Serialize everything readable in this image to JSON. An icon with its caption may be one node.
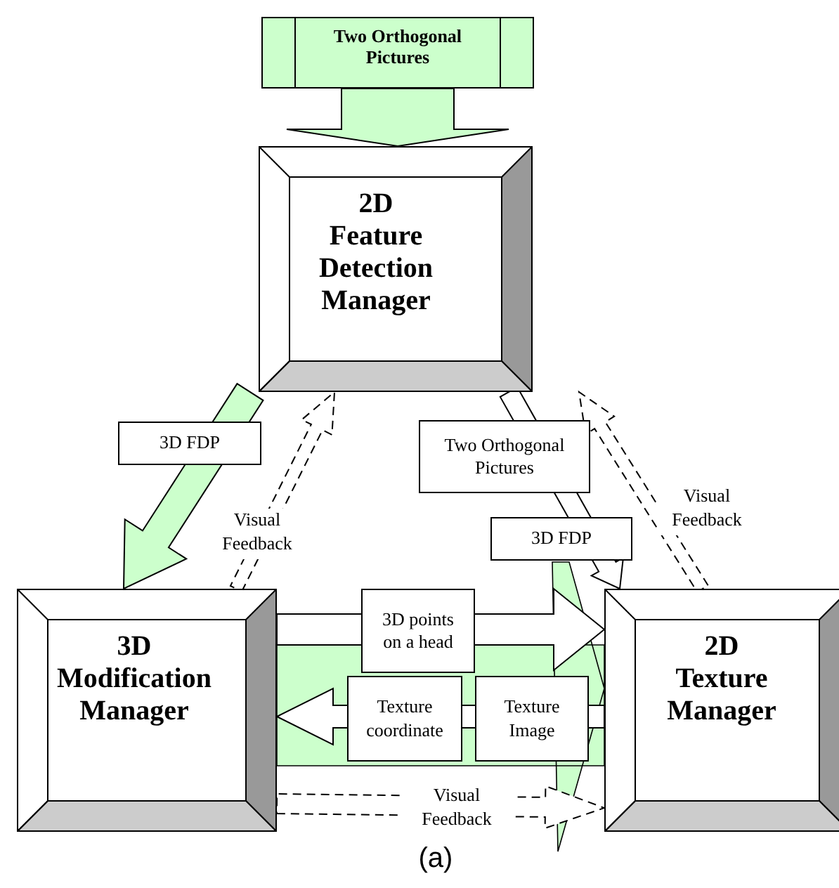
{
  "diagram": {
    "nodes": [
      {
        "text": [
          "Two Orthogonal Pictures"
        ]
      },
      {
        "text": [
          "2D Feature Detection Manager"
        ]
      },
      {
        "text": [
          "3D Modification Manager"
        ]
      },
      {
        "text": [
          "2D Texture Manager"
        ]
      }
    ],
    "edges": [
      {
        "from": 0,
        "to": 1,
        "arrow": "to",
        "color": "#ccffcc"
      },
      {
        "from": 1,
        "to": 2,
        "arrow": "to",
        "label": "3D FDP",
        "color": "#ccffcc"
      },
      {
        "from": 2,
        "to": 1,
        "arrow": "to",
        "label": "Visual Feedback",
        "style": "dashed"
      },
      {
        "from": 1,
        "to": 3,
        "arrow": "to",
        "label": "Two Orthogonal Pictures"
      },
      {
        "from": 3,
        "to": 1,
        "arrow": "to",
        "label": "Visual Feedback",
        "style": "dashed"
      },
      {
        "from": 2,
        "to": 3,
        "arrow": "to",
        "label": "3D points on a head"
      },
      {
        "from": 3,
        "to": 2,
        "arrow": "to",
        "label": "Texture coordinate"
      },
      {
        "from": 2,
        "to": 3,
        "arrow": "to",
        "label": "Visual Feedback",
        "style": "dashed"
      }
    ],
    "labels": [
      "3D FDP",
      "Texture Image",
      "(a)"
    ]
  }
}
